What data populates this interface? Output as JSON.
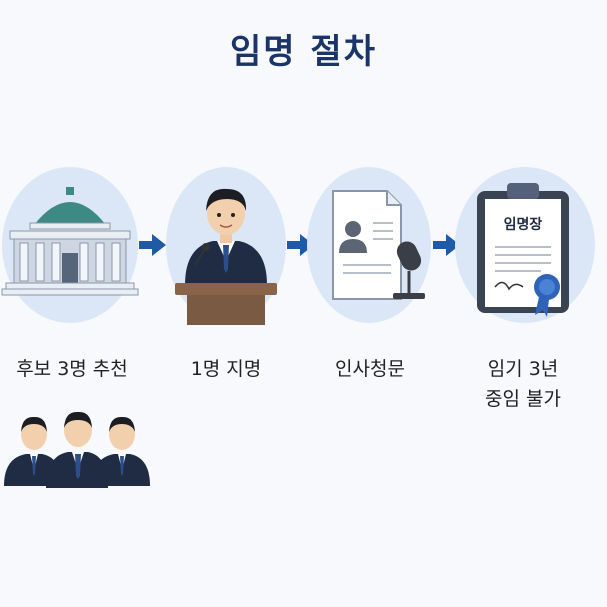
{
  "title": "임명 절차",
  "steps": [
    {
      "label": "후보 3명 추천",
      "icon": "parliament-building-icon"
    },
    {
      "label": "1명 지명",
      "icon": "speaker-at-podium-icon"
    },
    {
      "label": "인사청문",
      "icon": "resume-document-microphone-icon"
    },
    {
      "label_line1": "임기 3년",
      "label_line2": "중임 불가",
      "doc_title": "임명장",
      "icon": "appointment-certificate-icon"
    }
  ],
  "colors": {
    "title": "#1b3568",
    "circle": "#dbe7f6",
    "arrow": "#1f5aa6",
    "suit": "#1f2c44",
    "tie": "#2c4f8c",
    "roof": "#3d8a85"
  }
}
